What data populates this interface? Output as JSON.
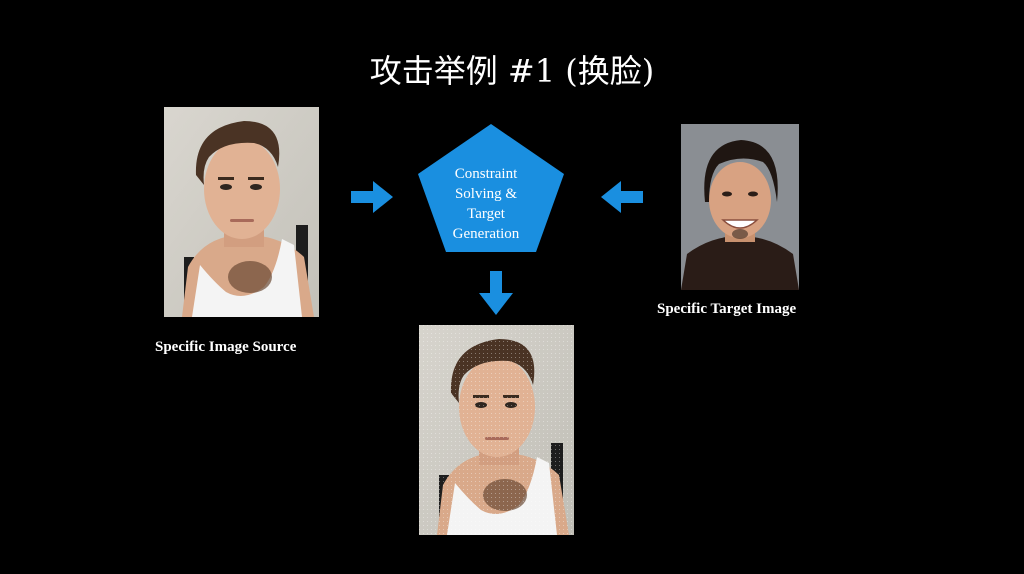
{
  "slide": {
    "title": "攻击举例 #1 (换脸)"
  },
  "process": {
    "lines": [
      "Constraint",
      "Solving &",
      "Target",
      "Generation"
    ]
  },
  "captions": {
    "source": "Specific Image Source",
    "target": "Specific Target Image"
  },
  "colors": {
    "background": "#000000",
    "accent": "#1a8fe0",
    "text": "#ffffff"
  },
  "icons": {
    "arrow_right": "arrow-right-icon",
    "arrow_left": "arrow-left-icon",
    "arrow_down": "arrow-down-icon"
  }
}
